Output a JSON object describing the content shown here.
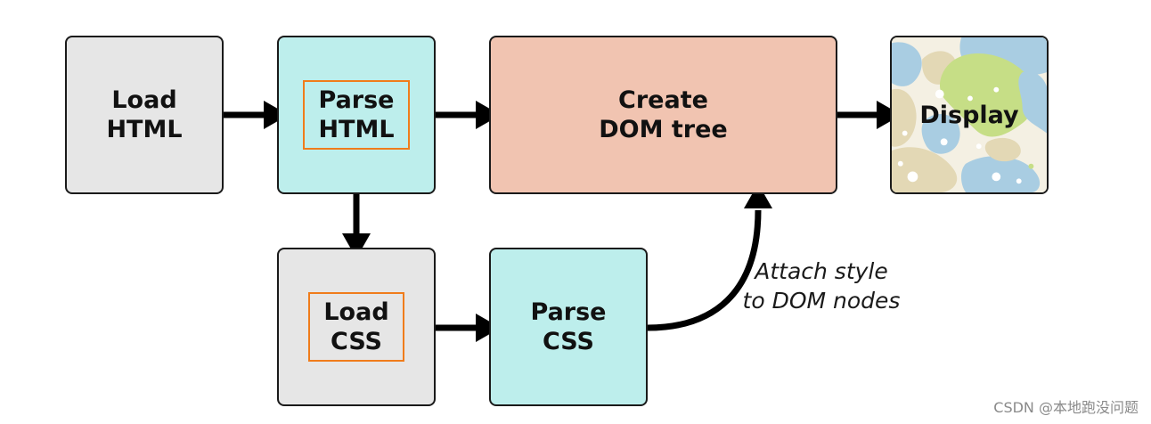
{
  "diagram": {
    "nodes": {
      "load_html": "Load\nHTML",
      "parse_html": "Parse\nHTML",
      "create_dom": "Create\nDOM tree",
      "display": "Display",
      "load_css": "Load\nCSS",
      "parse_css": "Parse\nCSS"
    },
    "edge_label": "Attach style\nto DOM nodes",
    "colors": {
      "gray_box": "#e6e6e6",
      "cyan_box": "#bdeeec",
      "salmon_box": "#f1c4b1",
      "highlight_border": "#f07c1b",
      "arrow": "#000000"
    }
  },
  "watermark": "CSDN @本地跑没问题"
}
